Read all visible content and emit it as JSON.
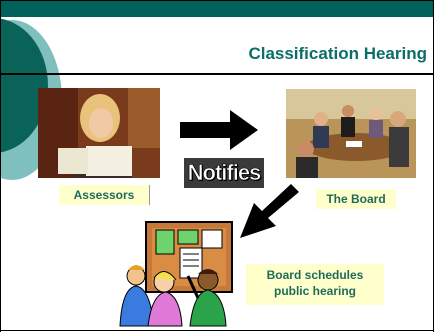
{
  "slide": {
    "title": "Classification Hearing",
    "assessors_label": "Assessors",
    "board_label": "The Board",
    "notifies_label": "Notifies",
    "hearing_line1": "Board schedules",
    "hearing_line2": "public hearing"
  },
  "colors": {
    "header_bar": "#00605a",
    "title": "#0b6e67",
    "caption_bg": "#ffffcc",
    "caption_text": "#1f6b59",
    "circle_teal": "#7fbfbe",
    "circle_dark": "#0a6358"
  },
  "icons": {
    "arrow_right": "arrow-right-icon",
    "arrow_down_left": "arrow-down-left-icon"
  }
}
